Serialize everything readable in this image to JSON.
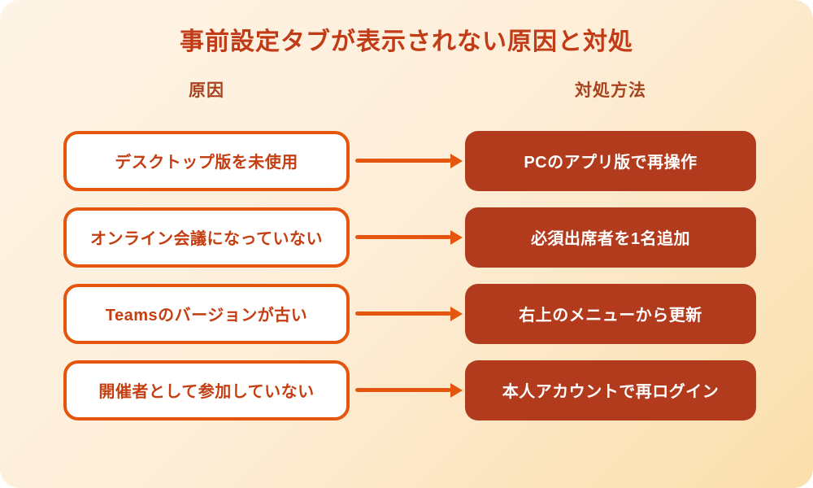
{
  "colors": {
    "accent": "#e4560e",
    "remedy_bg": "#b23a1d",
    "title_color": "#c13b16",
    "header_color": "#a8431f",
    "cause_text_color": "#c43e12",
    "bg_top": "#fef4e6",
    "bg_bottom": "#fbdfac"
  },
  "diagram": {
    "title": "事前設定タブが表示されない原因と対処",
    "columns": {
      "left": "原因",
      "right": "対処方法"
    },
    "rows": [
      {
        "cause": "デスクトップ版を未使用",
        "remedy": "PCのアプリ版で再操作"
      },
      {
        "cause": "オンライン会議になっていない",
        "remedy": "必須出席者を1名追加"
      },
      {
        "cause": "Teamsのバージョンが古い",
        "remedy": "右上のメニューから更新"
      },
      {
        "cause": "開催者として参加していない",
        "remedy": "本人アカウントで再ログイン"
      }
    ]
  }
}
